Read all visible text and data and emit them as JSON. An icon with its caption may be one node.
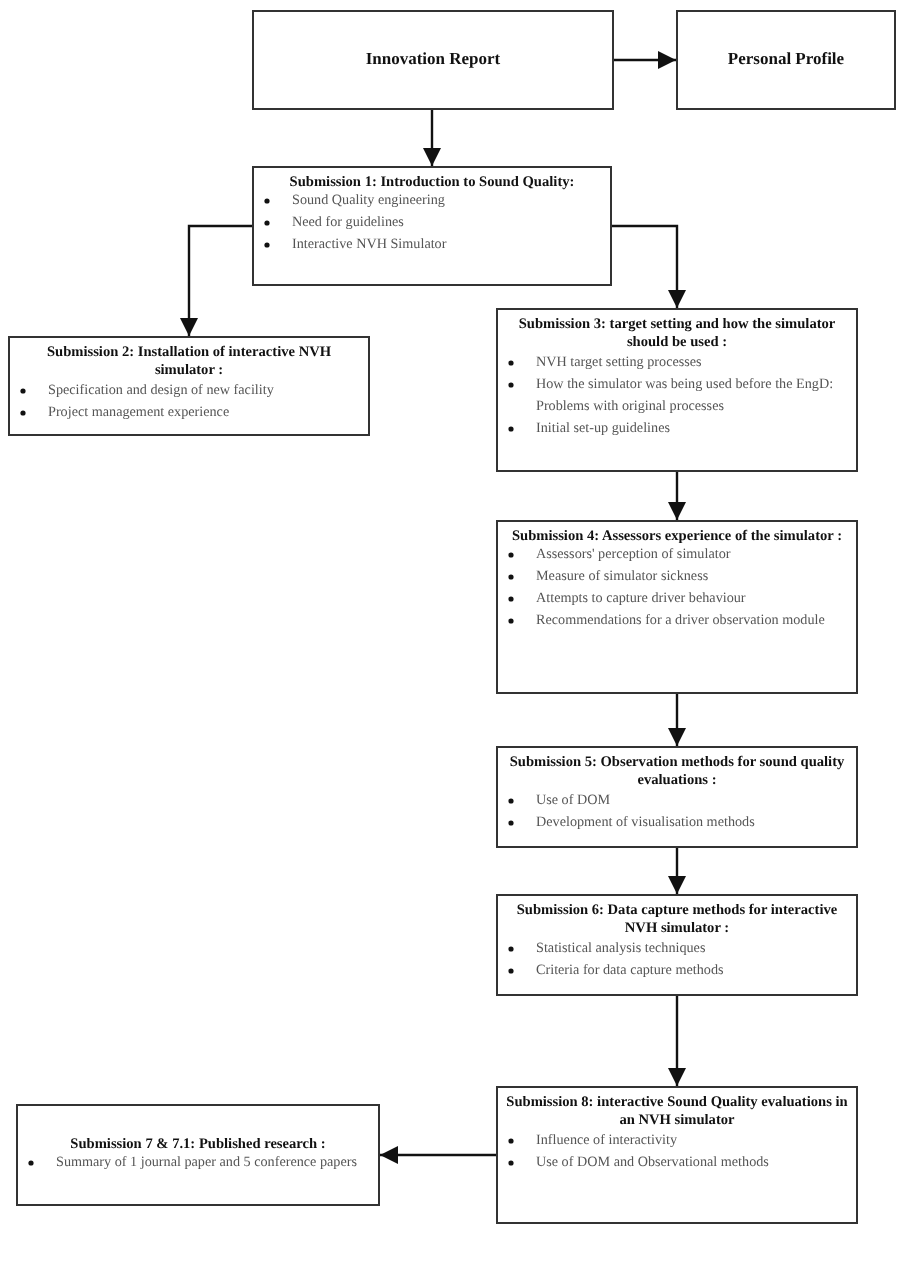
{
  "diagram": {
    "nodes": [
      {
        "text": [
          "Innovation Report"
        ]
      },
      {
        "text": [
          "Personal Profile"
        ]
      },
      {
        "text": [
          "Submission 1: Introduction to Sound Quality:",
          "Sound Quality engineering",
          "Need for guidelines",
          "Interactive NVH Simulator"
        ]
      },
      {
        "text": [
          "Submission 2: Installation of interactive NVH simulator :",
          "Specification and design of new facility",
          "Project management experience"
        ]
      },
      {
        "text": [
          "Submission 3: target setting and how the simulator should be used :",
          "NVH target setting processes",
          "How the simulator was being used before the EngD: Problems with original processes",
          "Initial set-up guidelines"
        ]
      },
      {
        "text": [
          "Submission 4: Assessors experience of the simulator :",
          "Assessors' perception of simulator",
          "Measure of simulator sickness",
          "Attempts to capture driver behaviour",
          "Recommendations for a driver observation module"
        ]
      },
      {
        "text": [
          "Submission 5: Observation methods for sound quality evaluations :",
          "Use of DOM",
          "Development of visualisation methods"
        ]
      },
      {
        "text": [
          "Submission 6: Data capture methods for interactive NVH simulator :",
          "Statistical analysis techniques",
          "Criteria for data capture methods"
        ]
      },
      {
        "text": [
          "Submission 8: interactive Sound Quality evaluations in an NVH simulator",
          "Influence of interactivity",
          "Use of DOM and Observational methods"
        ]
      },
      {
        "text": [
          "Submission 7 & 7.1: Published research :",
          "Summary of 1 journal paper and 5 conference papers"
        ]
      }
    ],
    "edges": [
      {
        "from": 0,
        "to": 1,
        "arrow": "to"
      },
      {
        "from": 0,
        "to": 2,
        "arrow": "to"
      },
      {
        "from": 2,
        "to": 3,
        "arrow": "to"
      },
      {
        "from": 2,
        "to": 4,
        "arrow": "to"
      },
      {
        "from": 4,
        "to": 5,
        "arrow": "to"
      },
      {
        "from": 5,
        "to": 6,
        "arrow": "to"
      },
      {
        "from": 6,
        "to": 7,
        "arrow": "to"
      },
      {
        "from": 7,
        "to": 8,
        "arrow": "to"
      },
      {
        "from": 8,
        "to": 9,
        "arrow": "to"
      }
    ]
  }
}
